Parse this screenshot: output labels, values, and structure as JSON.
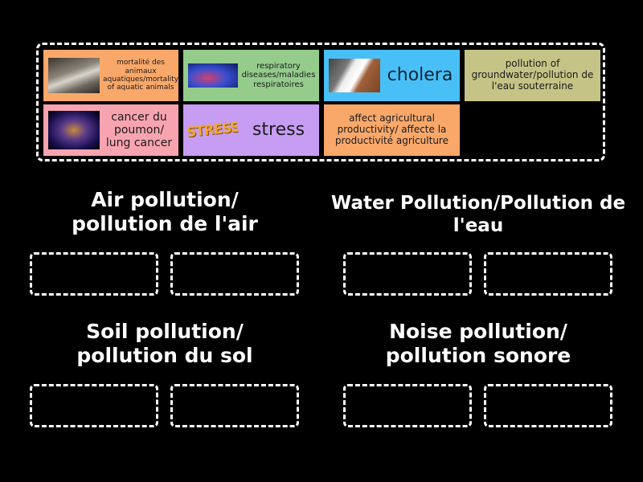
{
  "cards": [
    {
      "label": "mortalité des animaux aquatiques/mortality of aquatic animals",
      "color": "#f9a86a",
      "image": "dead-fish-photo"
    },
    {
      "label": "respiratory diseases/maladies respiratoires",
      "color": "#95cc8c",
      "image": "lungs-xray-photo"
    },
    {
      "label": "cholera",
      "color": "#48c0f7",
      "image": "cholera-patient-photo"
    },
    {
      "label": "pollution of groundwater/pollution de l'eau souterraine",
      "color": "#c5c486",
      "image": null
    },
    {
      "label": "cancer du poumon/ lung cancer",
      "color": "#f8a4b0",
      "image": "lung-cancer-illustration"
    },
    {
      "label": "stress",
      "color": "#c79df3",
      "image": "stress-cartoon"
    },
    {
      "label": "affect agricultural productivity/ affecte la productivité agriculture",
      "color": "#f9a86a",
      "image": null
    }
  ],
  "groups": [
    {
      "title": "Air pollution/ pollution de l'air"
    },
    {
      "title": "Water Pollution/Pollution de l'eau"
    },
    {
      "title": "Soil pollution/ pollution du sol"
    },
    {
      "title": "Noise pollution/ pollution sonore"
    }
  ]
}
